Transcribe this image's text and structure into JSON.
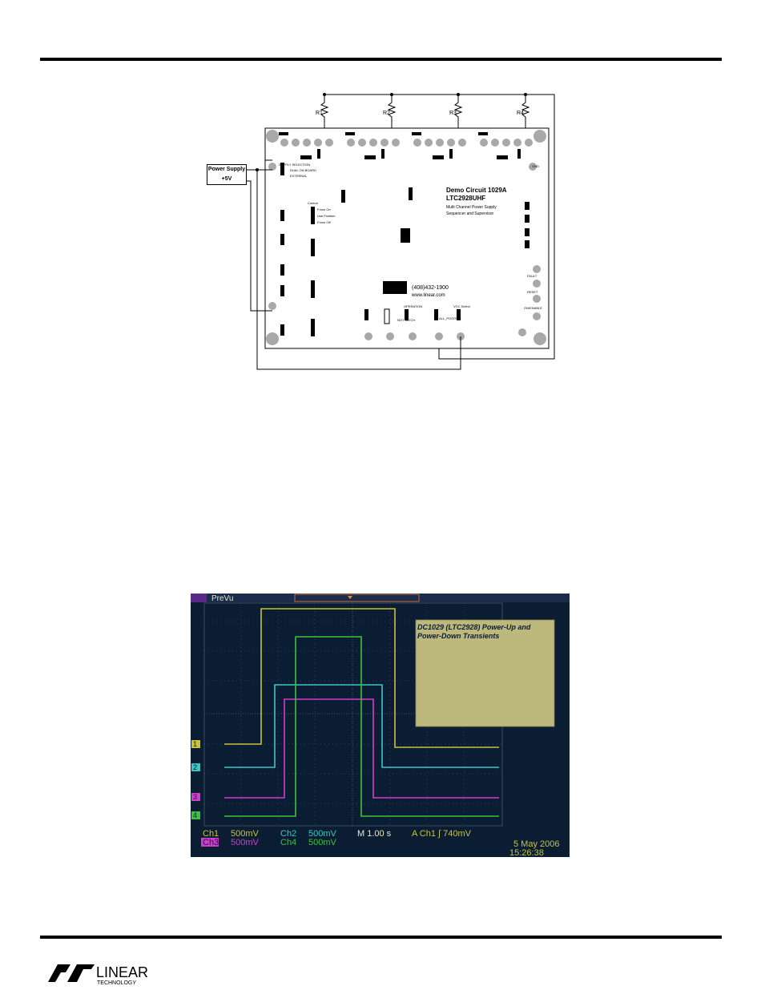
{
  "board": {
    "resistors": [
      "R1",
      "R2",
      "R3",
      "R4"
    ],
    "power_supply": {
      "label": "Power Supply",
      "voltage": "+5V"
    },
    "title_lines": [
      "Demo Circuit 1029A",
      "LTC2928UHF"
    ],
    "subtitle_lines": [
      "Multi Channel Power Supply",
      "Sequencer and Supervisor"
    ],
    "phone": "(408)432-1900",
    "url": "www.linear.com",
    "jumper_labels": [
      "SUPPLY SELECTION",
      "DUAL ON BOARD",
      "EXTERNAL",
      "Control",
      "Force On",
      "Use Position",
      "Force Off",
      "OPERATION",
      "NOT LATCH",
      "ALL_POSITIVE",
      "VCC Select",
      "FAULT",
      "RESET",
      "ON/ENABLE",
      "GND"
    ]
  },
  "scope": {
    "header": "PreVu",
    "annotation_lines": [
      "DC1029 (LTC2928) Power-Up and",
      "Power-Down Transients"
    ],
    "channel_markers": [
      "1",
      "2",
      "3",
      "4"
    ],
    "status": {
      "ch1": "Ch1",
      "ch1_scale": "500mV",
      "ch2": "Ch2",
      "ch2_scale": "500mV",
      "ch3": "Ch3",
      "ch3_scale": "500mV",
      "ch4": "Ch4",
      "ch4_scale": "500mV",
      "timebase": "M 1.00 s",
      "trigger": "A  Ch1  ∫  740mV"
    },
    "date": "5 May 2006",
    "time": "15:26:38",
    "colors": {
      "ch1": "#c8c43a",
      "ch2": "#3cc6c8",
      "ch3": "#d43cd0",
      "ch4": "#39c43a",
      "background": "#0b1d33",
      "annotation": "#bdb97c"
    }
  },
  "footer": {
    "logo_text": "LINEAR",
    "logo_sub": "TECHNOLOGY"
  }
}
